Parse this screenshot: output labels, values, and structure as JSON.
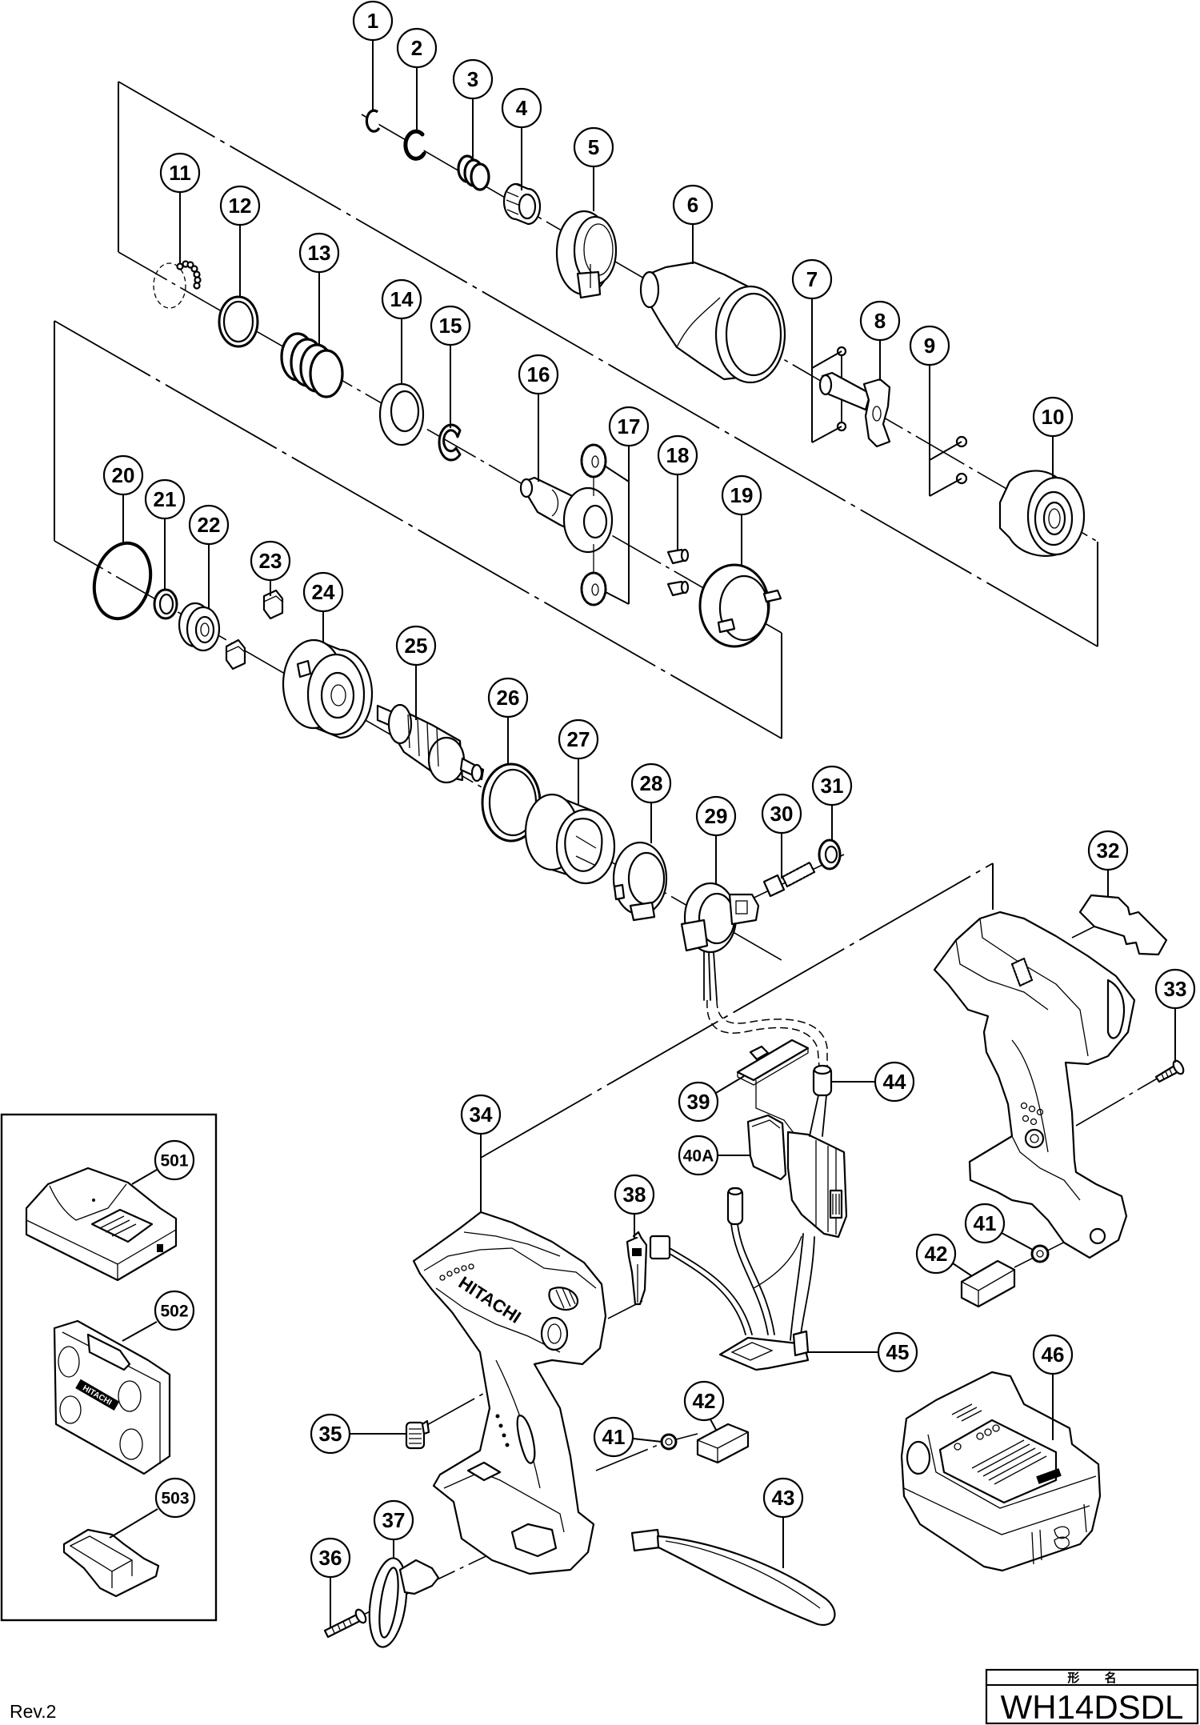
{
  "title_block": {
    "header": "形 名",
    "model": "WH14DSDL"
  },
  "revision": "Rev.2",
  "brand_marks": {
    "housing": "HITACHI",
    "case": "HITACHI"
  },
  "callouts": [
    {
      "label": "1"
    },
    {
      "label": "2"
    },
    {
      "label": "3"
    },
    {
      "label": "4"
    },
    {
      "label": "5"
    },
    {
      "label": "6"
    },
    {
      "label": "7"
    },
    {
      "label": "8"
    },
    {
      "label": "9"
    },
    {
      "label": "10"
    },
    {
      "label": "11"
    },
    {
      "label": "12"
    },
    {
      "label": "13"
    },
    {
      "label": "14"
    },
    {
      "label": "15"
    },
    {
      "label": "16"
    },
    {
      "label": "17"
    },
    {
      "label": "18"
    },
    {
      "label": "19"
    },
    {
      "label": "20"
    },
    {
      "label": "21"
    },
    {
      "label": "22"
    },
    {
      "label": "23"
    },
    {
      "label": "24"
    },
    {
      "label": "25"
    },
    {
      "label": "26"
    },
    {
      "label": "27"
    },
    {
      "label": "28"
    },
    {
      "label": "29"
    },
    {
      "label": "30"
    },
    {
      "label": "31"
    },
    {
      "label": "32"
    },
    {
      "label": "33"
    },
    {
      "label": "34"
    },
    {
      "label": "35"
    },
    {
      "label": "36"
    },
    {
      "label": "37"
    },
    {
      "label": "38"
    },
    {
      "label": "39"
    },
    {
      "label": "40A"
    },
    {
      "label": "41"
    },
    {
      "label": "42"
    },
    {
      "label": "41"
    },
    {
      "label": "42"
    },
    {
      "label": "43"
    },
    {
      "label": "44"
    },
    {
      "label": "45"
    },
    {
      "label": "46"
    },
    {
      "label": "501"
    },
    {
      "label": "502"
    },
    {
      "label": "503"
    }
  ]
}
